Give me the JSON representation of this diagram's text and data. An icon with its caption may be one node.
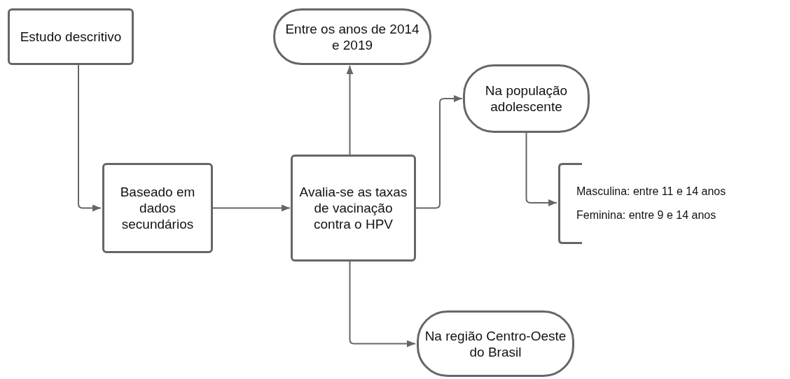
{
  "diagram": {
    "nodes": [
      {
        "text": [
          "Estudo descritivo"
        ]
      },
      {
        "text": [
          "Baseado em dados secundários"
        ]
      },
      {
        "text": [
          "Avalia-se as taxas de vacinação contra o HPV"
        ]
      },
      {
        "text": [
          "Entre os anos de 2014 e 2019"
        ]
      },
      {
        "text": [
          "Na população adolescente"
        ]
      },
      {
        "text": [
          "Masculina: entre 11 e 14 anos",
          "Feminina: entre 9 e 14 anos"
        ]
      },
      {
        "text": [
          "Na região Centro-Oeste do Brasil"
        ]
      }
    ],
    "edges": [
      {
        "from": 0,
        "to": 1,
        "arrow": "to"
      },
      {
        "from": 1,
        "to": 2,
        "arrow": "to"
      },
      {
        "from": 2,
        "to": 3,
        "arrow": "to"
      },
      {
        "from": 2,
        "to": 4,
        "arrow": "to"
      },
      {
        "from": 4,
        "to": 5,
        "arrow": "to"
      },
      {
        "from": 2,
        "to": 6,
        "arrow": "to"
      }
    ]
  }
}
